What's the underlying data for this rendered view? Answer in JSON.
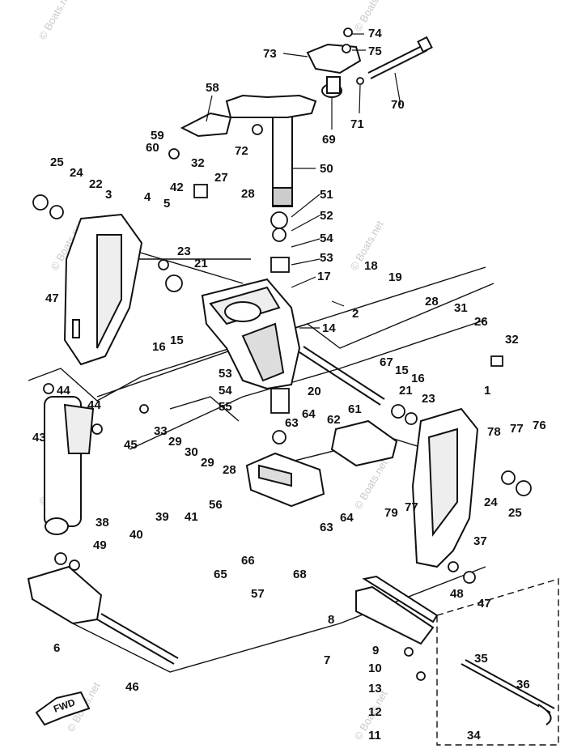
{
  "watermark": "© Boats.net",
  "fwd_label": "FWD",
  "labels": {
    "n1": "1",
    "n2": "2",
    "n3": "3",
    "n4": "4",
    "n5": "5",
    "n6": "6",
    "n7": "7",
    "n8": "8",
    "n9": "9",
    "n10": "10",
    "n11": "11",
    "n12": "12",
    "n13": "13",
    "n14": "14",
    "n15a": "15",
    "n15b": "15",
    "n16a": "16",
    "n16b": "16",
    "n17": "17",
    "n18": "18",
    "n19": "19",
    "n20": "20",
    "n21a": "21",
    "n21b": "21",
    "n22": "22",
    "n23a": "23",
    "n23b": "23",
    "n24a": "24",
    "n24b": "24",
    "n25a": "25",
    "n25b": "25",
    "n26": "26",
    "n27": "27",
    "n28a": "28",
    "n28b": "28",
    "n28c": "28",
    "n29a": "29",
    "n29b": "29",
    "n30": "30",
    "n31": "31",
    "n32a": "32",
    "n32b": "32",
    "n33": "33",
    "n34": "34",
    "n35": "35",
    "n36": "36",
    "n37": "37",
    "n38": "38",
    "n39": "39",
    "n40": "40",
    "n41": "41",
    "n42": "42",
    "n43": "43",
    "n44a": "44",
    "n44b": "44",
    "n45": "45",
    "n46": "46",
    "n47a": "47",
    "n47b": "47",
    "n48": "48",
    "n49": "49",
    "n50": "50",
    "n51": "51",
    "n52": "52",
    "n53a": "53",
    "n53b": "53",
    "n54a": "54",
    "n54b": "54",
    "n55": "55",
    "n56": "56",
    "n57": "57",
    "n58": "58",
    "n59": "59",
    "n60": "60",
    "n61": "61",
    "n62": "62",
    "n63a": "63",
    "n63b": "63",
    "n64a": "64",
    "n64b": "64",
    "n65": "65",
    "n66": "66",
    "n67": "67",
    "n68": "68",
    "n69": "69",
    "n70": "70",
    "n71": "71",
    "n72": "72",
    "n73": "73",
    "n74": "74",
    "n75": "75",
    "n76": "76",
    "n77a": "77",
    "n77b": "77",
    "n78": "78",
    "n79": "79"
  }
}
